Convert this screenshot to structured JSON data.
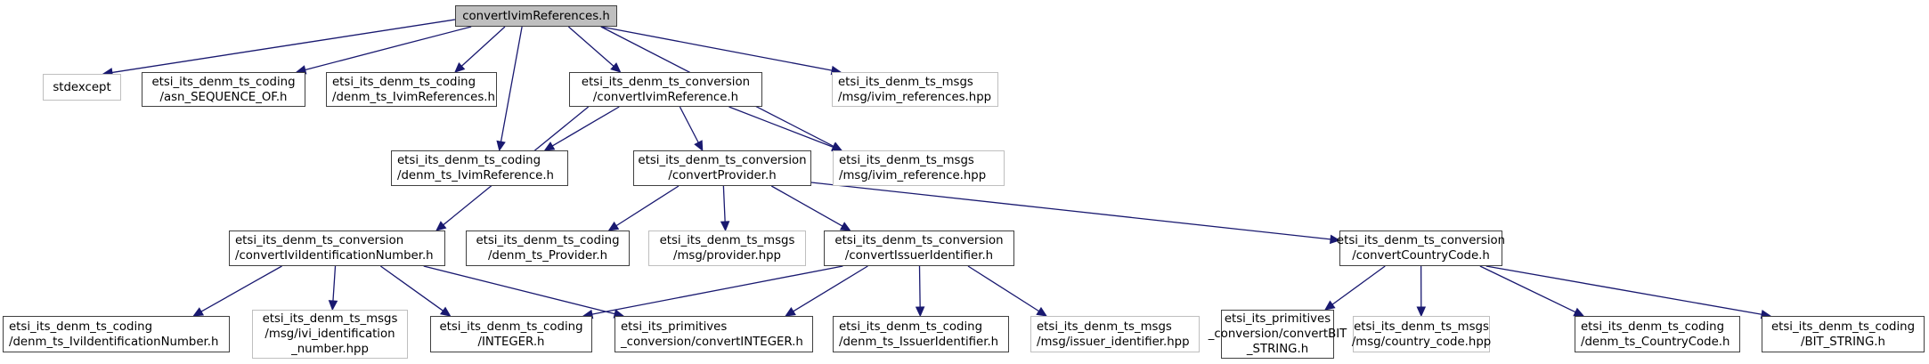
{
  "diagram": {
    "type": "include-dependency-graph",
    "root": "root",
    "colors": {
      "edge": "#191970",
      "root_fill": "#bfbfbf",
      "node_border": "#404040",
      "external_border": "#bfbfbf"
    },
    "nodes": [
      {
        "id": "root",
        "label": "convertIvimReferences.h",
        "kind": "root"
      },
      {
        "id": "stdexcept",
        "label": "stdexcept",
        "kind": "external"
      },
      {
        "id": "asn_seq",
        "label": "etsi_its_denm_ts_coding\n/asn_SEQUENCE_OF.h",
        "kind": "internal"
      },
      {
        "id": "ivimrefs_h",
        "label": "etsi_its_denm_ts_coding\n/denm_ts_IvimReferences.h",
        "kind": "internal"
      },
      {
        "id": "conv_ivimref",
        "label": "etsi_its_denm_ts_conversion\n/convertIvimReference.h",
        "kind": "internal"
      },
      {
        "id": "ivimrefs_hpp",
        "label": "etsi_its_denm_ts_msgs\n/msg/ivim_references.hpp",
        "kind": "external"
      },
      {
        "id": "ivimref_h",
        "label": "etsi_its_denm_ts_coding\n/denm_ts_IvimReference.h",
        "kind": "internal"
      },
      {
        "id": "conv_provider",
        "label": "etsi_its_denm_ts_conversion\n/convertProvider.h",
        "kind": "internal"
      },
      {
        "id": "ivimref_hpp",
        "label": "etsi_its_denm_ts_msgs\n/msg/ivim_reference.hpp",
        "kind": "external"
      },
      {
        "id": "conv_ivin",
        "label": "etsi_its_denm_ts_conversion\n/convertIviIdentificationNumber.h",
        "kind": "internal"
      },
      {
        "id": "provider_h",
        "label": "etsi_its_denm_ts_coding\n/denm_ts_Provider.h",
        "kind": "internal"
      },
      {
        "id": "provider_hpp",
        "label": "etsi_its_denm_ts_msgs\n/msg/provider.hpp",
        "kind": "external"
      },
      {
        "id": "conv_issuer",
        "label": "etsi_its_denm_ts_conversion\n/convertIssuerIdentifier.h",
        "kind": "internal"
      },
      {
        "id": "conv_country",
        "label": "etsi_its_denm_ts_conversion\n/convertCountryCode.h",
        "kind": "internal"
      },
      {
        "id": "ivin_h",
        "label": "etsi_its_denm_ts_coding\n/denm_ts_IviIdentificationNumber.h",
        "kind": "internal"
      },
      {
        "id": "ivin_hpp",
        "label": "etsi_its_denm_ts_msgs\n/msg/ivi_identification\n_number.hpp",
        "kind": "external"
      },
      {
        "id": "integer_h",
        "label": "etsi_its_denm_ts_coding\n/INTEGER.h",
        "kind": "internal"
      },
      {
        "id": "conv_integer",
        "label": "etsi_its_primitives\n_conversion/convertINTEGER.h",
        "kind": "internal"
      },
      {
        "id": "issuer_h",
        "label": "etsi_its_denm_ts_coding\n/denm_ts_IssuerIdentifier.h",
        "kind": "internal"
      },
      {
        "id": "issuer_hpp",
        "label": "etsi_its_denm_ts_msgs\n/msg/issuer_identifier.hpp",
        "kind": "external"
      },
      {
        "id": "conv_bitstring",
        "label": "etsi_its_primitives\n_conversion/convertBIT\n_STRING.h",
        "kind": "internal"
      },
      {
        "id": "country_hpp",
        "label": "etsi_its_denm_ts_msgs\n/msg/country_code.hpp",
        "kind": "external"
      },
      {
        "id": "country_h",
        "label": "etsi_its_denm_ts_coding\n/denm_ts_CountryCode.h",
        "kind": "internal"
      },
      {
        "id": "bitstring_h",
        "label": "etsi_its_denm_ts_coding\n/BIT_STRING.h",
        "kind": "internal"
      }
    ],
    "edges": [
      [
        "root",
        "stdexcept"
      ],
      [
        "root",
        "asn_seq"
      ],
      [
        "root",
        "ivimrefs_h"
      ],
      [
        "root",
        "ivimref_h"
      ],
      [
        "root",
        "conv_ivimref"
      ],
      [
        "root",
        "ivimrefs_hpp"
      ],
      [
        "root",
        "ivimref_hpp"
      ],
      [
        "conv_ivimref",
        "ivimref_h"
      ],
      [
        "conv_ivimref",
        "conv_ivin"
      ],
      [
        "conv_ivimref",
        "conv_provider"
      ],
      [
        "conv_ivimref",
        "ivimref_hpp"
      ],
      [
        "conv_provider",
        "provider_h"
      ],
      [
        "conv_provider",
        "provider_hpp"
      ],
      [
        "conv_provider",
        "conv_issuer"
      ],
      [
        "conv_provider",
        "conv_country"
      ],
      [
        "conv_ivin",
        "ivin_h"
      ],
      [
        "conv_ivin",
        "ivin_hpp"
      ],
      [
        "conv_ivin",
        "integer_h"
      ],
      [
        "conv_ivin",
        "conv_integer"
      ],
      [
        "conv_issuer",
        "integer_h"
      ],
      [
        "conv_issuer",
        "conv_integer"
      ],
      [
        "conv_issuer",
        "issuer_h"
      ],
      [
        "conv_issuer",
        "issuer_hpp"
      ],
      [
        "conv_country",
        "conv_bitstring"
      ],
      [
        "conv_country",
        "country_hpp"
      ],
      [
        "conv_country",
        "country_h"
      ],
      [
        "conv_country",
        "bitstring_h"
      ]
    ]
  }
}
